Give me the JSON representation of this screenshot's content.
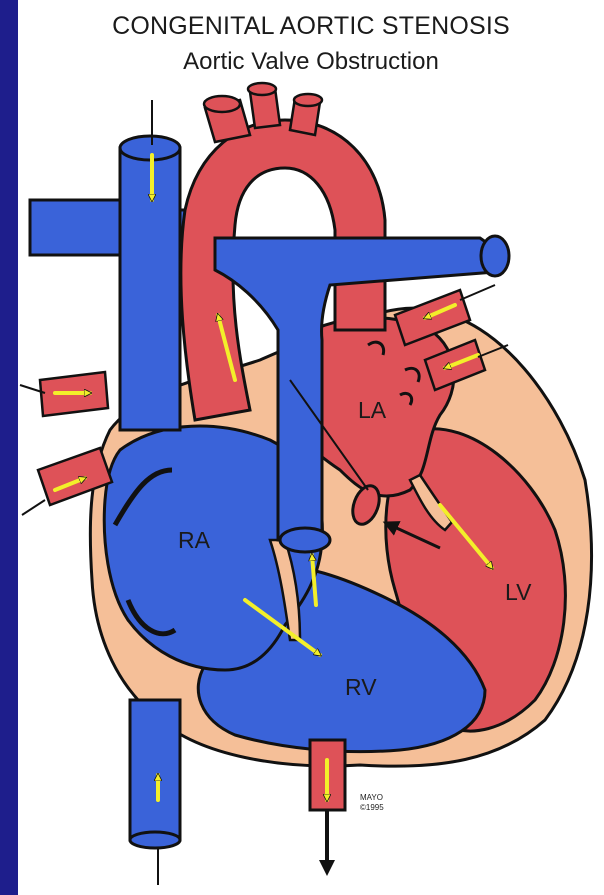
{
  "diagram": {
    "title": "CONGENITAL AORTIC STENOSIS",
    "subtitle": "Aortic Valve Obstruction",
    "labels": {
      "ra": "RA",
      "la": "LA",
      "rv": "RV",
      "lv": "LV"
    },
    "signature": {
      "line1": "MAYO",
      "line2": "©1995"
    },
    "colors": {
      "background": "#1e1e8c",
      "deoxygenated_blue": "#3a63d9",
      "oxygenated_red": "#de5258",
      "myocardium_tan": "#f5bf98",
      "flow_arrow_yellow": "#f3ef2a",
      "outline": "#111111"
    }
  }
}
